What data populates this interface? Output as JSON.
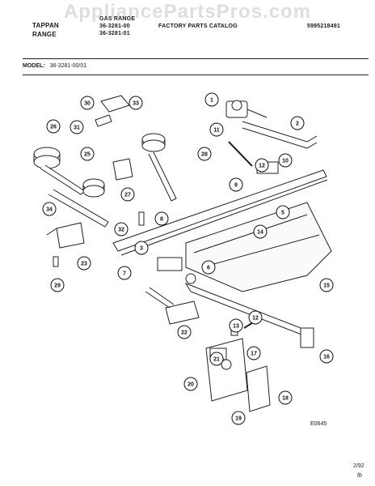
{
  "header": {
    "watermark": "AppliancePartsPros.com",
    "brand_line1": "TAPPAN",
    "brand_line2": "RANGE",
    "product_line1": "GAS RANGE",
    "product_line2": "36-3281-00",
    "product_line3": "36-3281-01",
    "catalog_title": "FACTORY PARTS CATALOG",
    "doc_number": "5995218491"
  },
  "model": {
    "label": "MODEL:",
    "value": "36-3281-00/01"
  },
  "callouts": [
    "1",
    "2",
    "3",
    "5",
    "6",
    "7",
    "8",
    "9",
    "10",
    "11",
    "12",
    "12",
    "13",
    "14",
    "15",
    "16",
    "17",
    "18",
    "19",
    "20",
    "21",
    "22",
    "23",
    "25",
    "26",
    "27",
    "28",
    "29",
    "30",
    "31",
    "32",
    "33",
    "34"
  ],
  "diagram_code": "E0645",
  "footer": {
    "date": "2/92",
    "handwritten": "fb"
  }
}
